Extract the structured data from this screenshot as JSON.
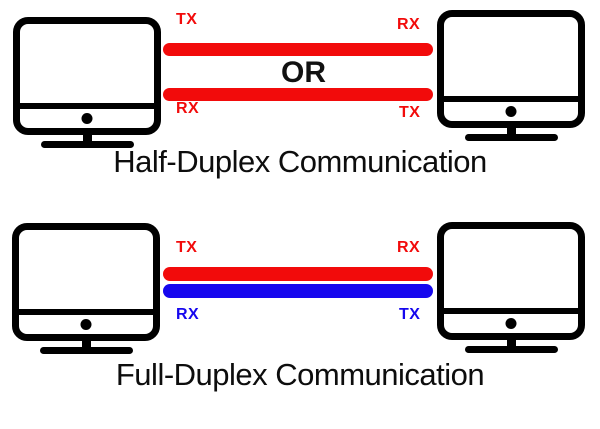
{
  "colors": {
    "red": "#f20b0b",
    "blue": "#1607ee",
    "ink": "#000000",
    "title-ink": "#0d0d0d"
  },
  "half_duplex": {
    "title": "Half-Duplex Communication",
    "or_label": "OR",
    "left_monitor_top_label": "TX",
    "left_monitor_bottom_label": "RX",
    "right_monitor_top_label": "RX",
    "right_monitor_bottom_label": "TX"
  },
  "full_duplex": {
    "title": "Full-Duplex Communication",
    "left_monitor_top_label": "TX",
    "left_monitor_bottom_label": "RX",
    "right_monitor_top_label": "RX",
    "right_monitor_bottom_label": "TX"
  }
}
